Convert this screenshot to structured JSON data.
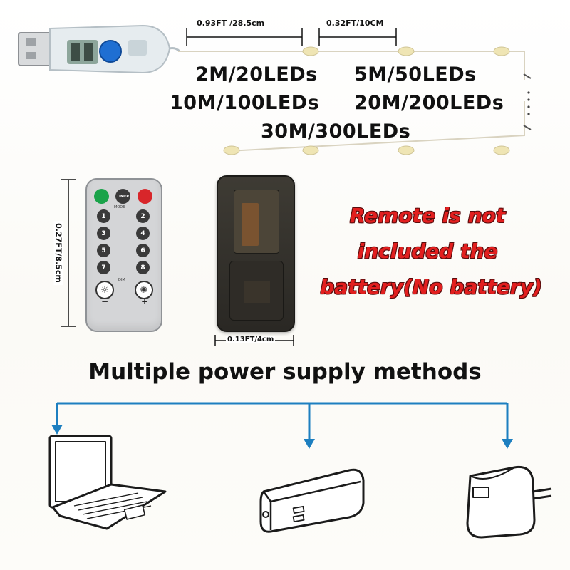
{
  "dimensions": {
    "segment_a": "0.93FT /28.5cm",
    "segment_b": "0.32FT/10CM",
    "remote_height": "0.27FT/8.5cm",
    "box_width": "0.13FT/4cm"
  },
  "lengths": [
    "2M/20LEDs",
    "5M/50LEDs",
    "10M/100LEDs",
    "20M/200LEDs",
    "30M/300LEDs"
  ],
  "remote": {
    "timer_label": "TIMER",
    "mode_label": "MODE",
    "dim_label": "DIM",
    "minus": "−",
    "plus": "+",
    "keys": [
      "1",
      "2",
      "3",
      "4",
      "5",
      "6",
      "7",
      "8"
    ]
  },
  "notice": {
    "line1": "Remote is not",
    "line2": "included the",
    "line3": "battery(No battery)",
    "color": "#e21f1f"
  },
  "power": {
    "heading": "Multiple power supply methods",
    "arrow_color": "#1d7fc0",
    "devices": [
      "laptop-icon",
      "power-bank-icon",
      "wall-adapter-icon"
    ]
  }
}
